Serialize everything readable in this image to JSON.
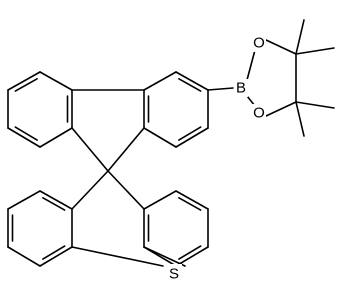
{
  "structure": {
    "atom_labels": {
      "boron": "B",
      "oxygen_upper": "O",
      "oxygen_lower": "O",
      "sulfur": "S"
    }
  },
  "colors": {
    "background": "#ffffff",
    "ink": "#000000"
  }
}
